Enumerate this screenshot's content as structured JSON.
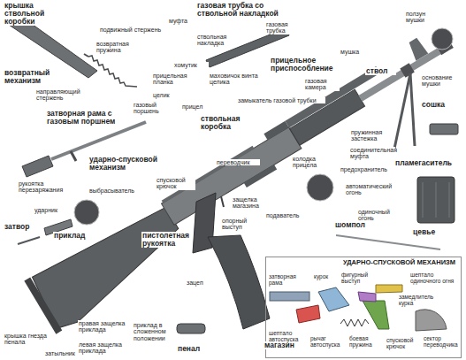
{
  "diagram": {
    "nodes": [
      {
        "text": [
          "УДАРНО-СПУСКОВОЙ МЕХАНИЗМ"
        ]
      }
    ],
    "labels": [
      "крышка ствольной коробки",
      "подвижный стержень",
      "муфта",
      "возвратная пружина",
      "возвратный механизм",
      "направляющий стержень",
      "газовый поршень",
      "затворная рама с газовым поршнем",
      "рукоятка перезаряжания",
      "выбрасыватель",
      "ударник",
      "затвор",
      "газовая трубка со ствольной накладкой",
      "газовая трубка",
      "ствольная накладка",
      "ползун мушки",
      "мушка",
      "хомутик",
      "прицельная планка",
      "маховичок винта целика",
      "целик",
      "прицел",
      "прицельное приспособление",
      "газовая камера",
      "ствол",
      "основание мушки",
      "сошка",
      "ствольная коробка",
      "замыкатель газовой трубки",
      "пружинная застежка",
      "колодка прицела",
      "соединительная муфта",
      "пламегаситель",
      "ударно-спусковой механизм",
      "переводчик",
      "предохранитель",
      "автоматический огонь",
      "защелка магазина",
      "спусковой крючок",
      "одиночный огонь",
      "опорный выступ",
      "подаватель",
      "шомпол",
      "цевье",
      "пистолетная рукоятка",
      "приклад",
      "зацеп",
      "крышка гнезда пенала",
      "затыльник",
      "правая защелка приклада",
      "левая защелка приклада",
      "приклад в сложенном положении",
      "пенал",
      "магазин",
      "затворная рама",
      "курок",
      "фигурный выступ",
      "шептало одиночного огня",
      "замедлитель курка",
      "шептало автоспуска",
      "рычаг автоспуска",
      "боевая пружина",
      "спусковой крючок",
      "сектор переводчика"
    ]
  }
}
